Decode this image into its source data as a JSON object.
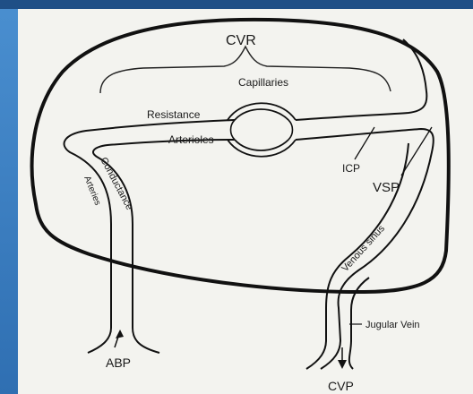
{
  "colors": {
    "background_blue": "#3f7fc0",
    "paper": "#f3f3ef",
    "ink": "#111111"
  },
  "diagram": {
    "labels": {
      "cvr": "CVR",
      "capillaries": "Capillaries",
      "resistance": "Resistance",
      "arterioles": "Arterioles",
      "conductance": "Conductance",
      "arteries": "Arteries",
      "icp": "ICP",
      "vsp": "VSP",
      "venous_sinus": "Venous sinus",
      "jugular_vein": "Jugular Vein",
      "abp": "ABP",
      "cvp": "CVP"
    }
  }
}
